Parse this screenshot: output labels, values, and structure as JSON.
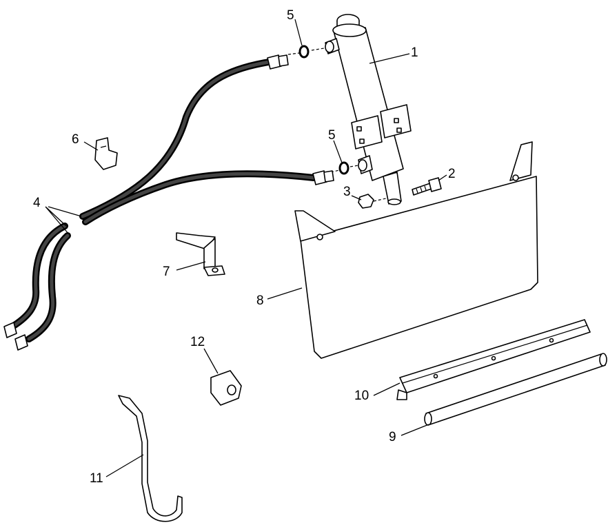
{
  "callouts": {
    "c1": "1",
    "c2": "2",
    "c3": "3",
    "c4": "4",
    "c5a": "5",
    "c5b": "5",
    "c6": "6",
    "c7": "7",
    "c8": "8",
    "c9": "9",
    "c10": "10",
    "c11": "11",
    "c12": "12"
  },
  "colors": {
    "ink": "#000000",
    "paper": "#ffffff"
  }
}
